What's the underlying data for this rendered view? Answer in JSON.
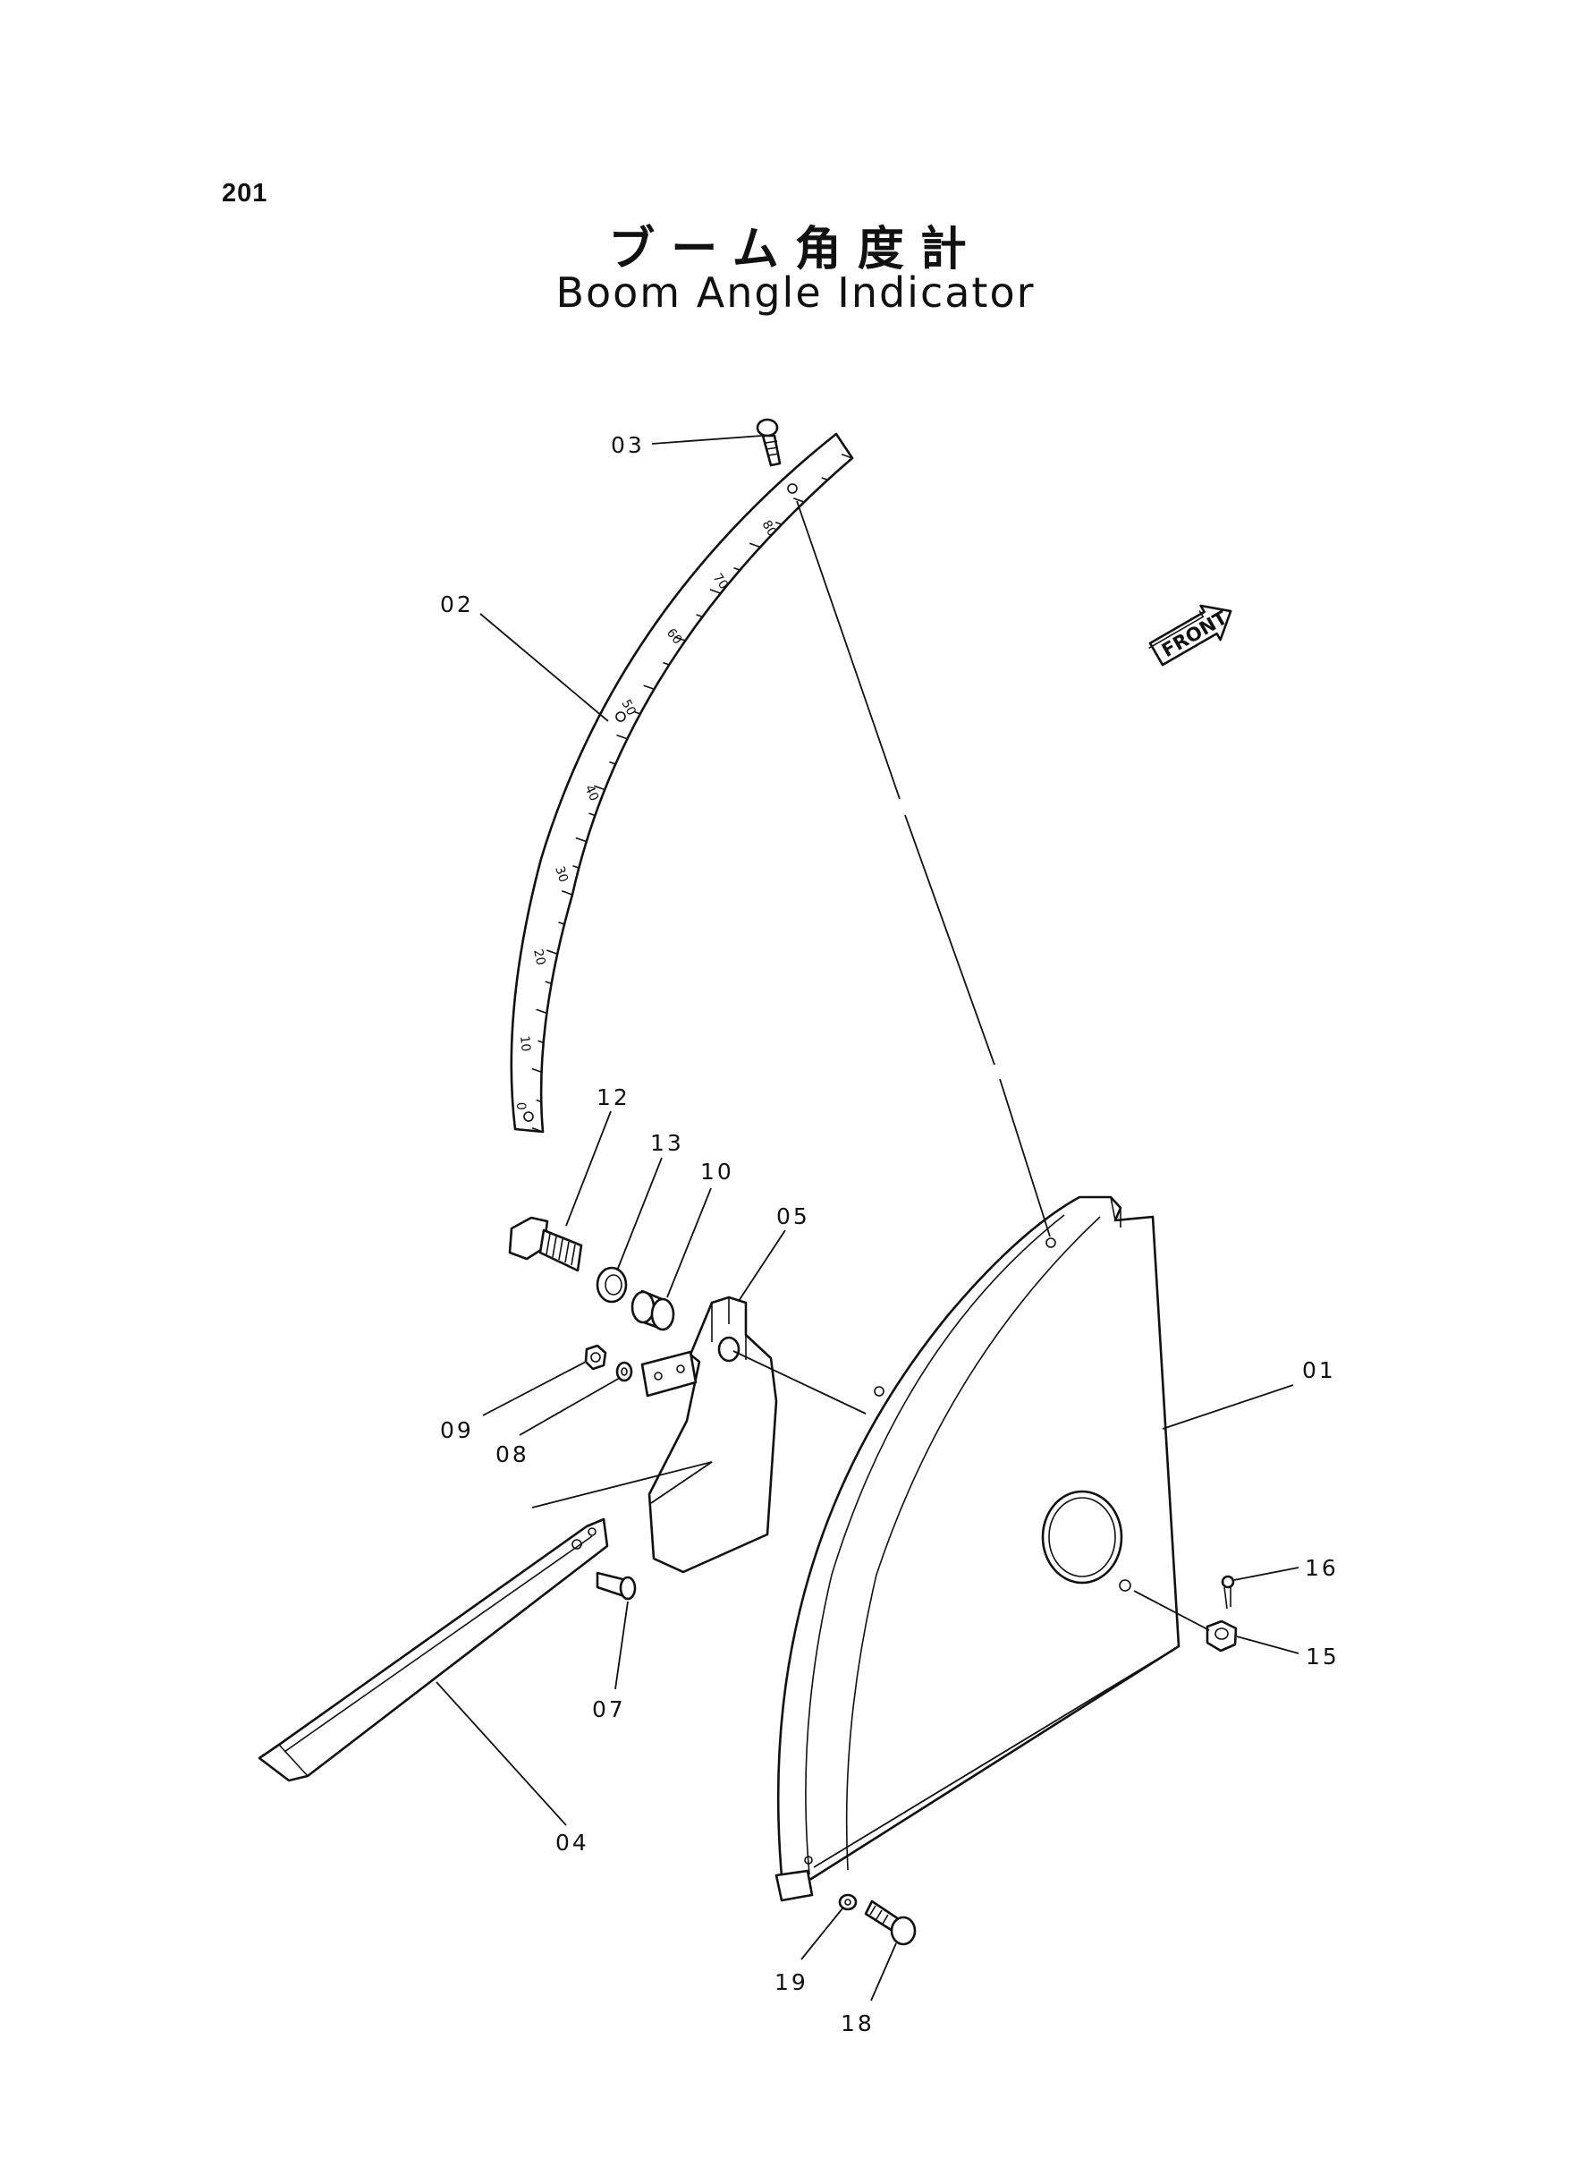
{
  "page_number": "201",
  "title_ja": "ブーム角度計",
  "title_en": "Boom Angle Indicator",
  "front_label": "FRONT",
  "scale_labels": [
    "80",
    "70",
    "60",
    "50",
    "40",
    "30",
    "20",
    "10",
    "0"
  ],
  "callouts": {
    "c01": "01",
    "c02": "02",
    "c03": "03",
    "c04": "04",
    "c05": "05",
    "c07": "07",
    "c08": "08",
    "c09": "09",
    "c10": "10",
    "c12": "12",
    "c13": "13",
    "c15": "15",
    "c16": "16",
    "c18": "18",
    "c19": "19"
  }
}
